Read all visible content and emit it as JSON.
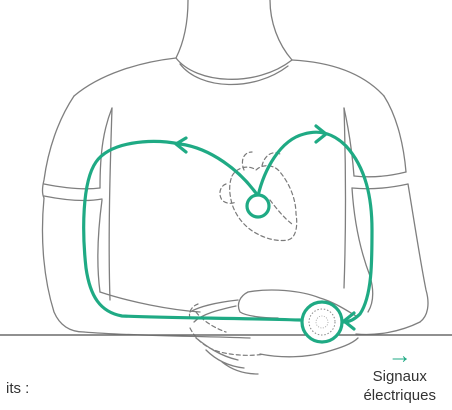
{
  "legend": {
    "arrow_icon": "right-arrow-icon",
    "label_line1": "Signaux",
    "label_line2": "électriques"
  },
  "caption": {
    "fragment": "its :"
  },
  "colors": {
    "signal": "#1faa84",
    "outline": "#7f7f7f",
    "text": "#333333"
  }
}
